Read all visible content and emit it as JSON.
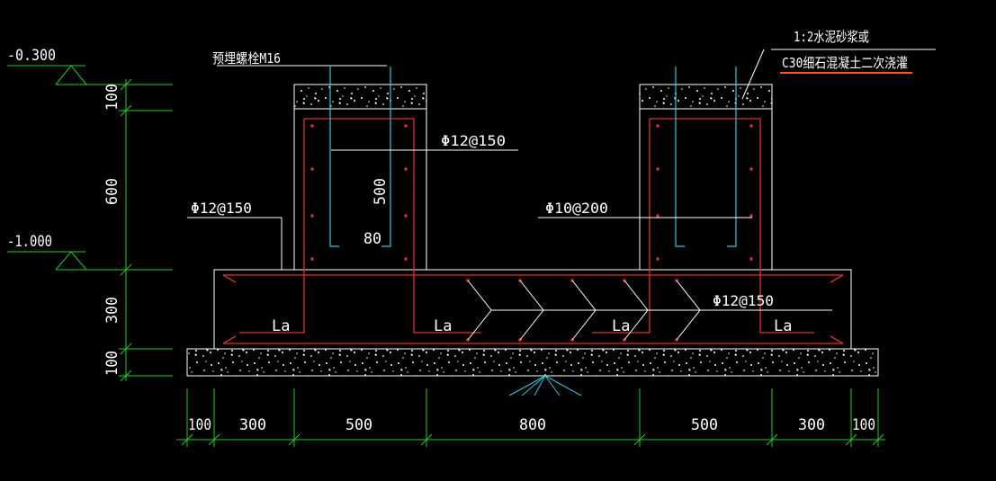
{
  "colors": {
    "background": "#000000",
    "outline": "#ffffff",
    "rebar": "#e0302c",
    "bolt": "#33c6d6",
    "dimension": "#22cc22",
    "leader": "#ffffff",
    "highlight": "#ff5522",
    "hatch": "#ffffff"
  },
  "elevations": {
    "top": "-0.300",
    "bottom": "-1.000"
  },
  "vertical_dims": [
    "100",
    "600",
    "300",
    "100"
  ],
  "horizontal_dims": [
    "100",
    "300",
    "500",
    "800",
    "500",
    "300",
    "100"
  ],
  "annotations": {
    "bolt_label": "预埋螺栓M16",
    "grout_line1": "1:2水泥砂浆或",
    "grout_line2": "C30细石混凝土二次浇灌",
    "pier_stirrup": "Φ12@150",
    "left_pier_rebar": "Φ12@150",
    "right_pier_rebar": "Φ10@200",
    "base_rebar": "Φ12@150",
    "bolt_depth": "500",
    "bolt_hook": "80",
    "anchor": "La"
  }
}
